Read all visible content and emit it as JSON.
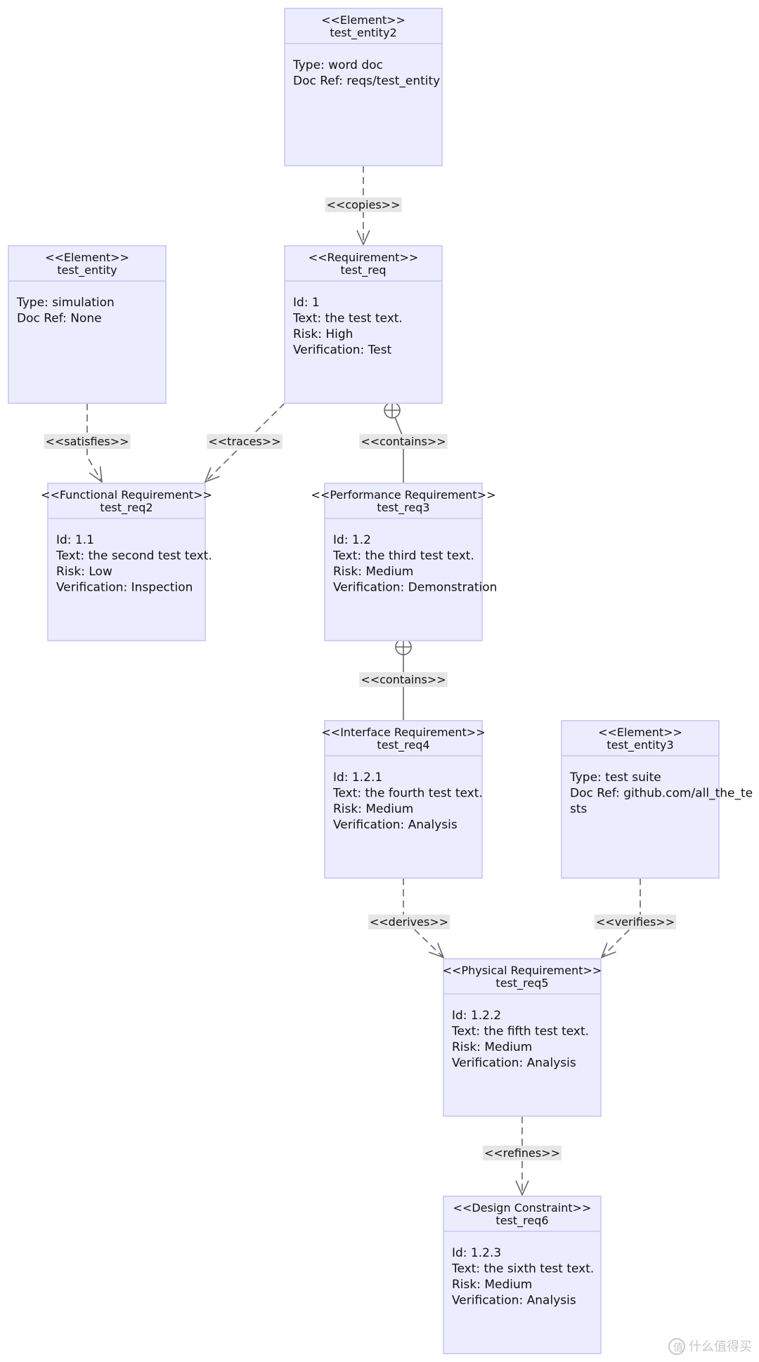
{
  "diagram": {
    "nodes": [
      {
        "id": "test_entity2",
        "stereotype": "<<Element>>",
        "name": "test_entity2",
        "lines": [
          "Type: word doc",
          "Doc Ref: reqs/test_entity"
        ]
      },
      {
        "id": "test_entity",
        "stereotype": "<<Element>>",
        "name": "test_entity",
        "lines": [
          "Type: simulation",
          "Doc Ref: None"
        ]
      },
      {
        "id": "test_req",
        "stereotype": "<<Requirement>>",
        "name": "test_req",
        "lines": [
          "Id: 1",
          "Text: the test text.",
          "Risk: High",
          "Verification: Test"
        ]
      },
      {
        "id": "test_req2",
        "stereotype": "<<Functional Requirement>>",
        "name": "test_req2",
        "lines": [
          "Id: 1.1",
          "Text: the second test text.",
          "Risk: Low",
          "Verification: Inspection"
        ]
      },
      {
        "id": "test_req3",
        "stereotype": "<<Performance Requirement>>",
        "name": "test_req3",
        "lines": [
          "Id: 1.2",
          "Text: the third test text.",
          "Risk: Medium",
          "Verification: Demonstration"
        ]
      },
      {
        "id": "test_req4",
        "stereotype": "<<Interface Requirement>>",
        "name": "test_req4",
        "lines": [
          "Id: 1.2.1",
          "Text: the fourth test text.",
          "Risk: Medium",
          "Verification: Analysis"
        ]
      },
      {
        "id": "test_entity3",
        "stereotype": "<<Element>>",
        "name": "test_entity3",
        "lines": [
          "Type: test suite",
          "Doc Ref: github.com/all_the_te",
          "sts"
        ]
      },
      {
        "id": "test_req5",
        "stereotype": "<<Physical Requirement>>",
        "name": "test_req5",
        "lines": [
          "Id: 1.2.2",
          "Text: the fifth test text.",
          "Risk: Medium",
          "Verification: Analysis"
        ]
      },
      {
        "id": "test_req6",
        "stereotype": "<<Design Constraint>>",
        "name": "test_req6",
        "lines": [
          "Id: 1.2.3",
          "Text: the sixth test text.",
          "Risk: Medium",
          "Verification: Analysis"
        ]
      }
    ],
    "edges": [
      {
        "id": "copies",
        "from": "test_entity2",
        "to": "test_req",
        "label": "<<copies>>",
        "style": "dashed-arrow"
      },
      {
        "id": "satisfies",
        "from": "test_entity",
        "to": "test_req2",
        "label": "<<satisfies>>",
        "style": "dashed-arrow"
      },
      {
        "id": "traces",
        "from": "test_req",
        "to": "test_req2",
        "label": "<<traces>>",
        "style": "dashed-arrow"
      },
      {
        "id": "contains1",
        "from": "test_req",
        "to": "test_req3",
        "label": "<<contains>>",
        "style": "contains"
      },
      {
        "id": "contains2",
        "from": "test_req3",
        "to": "test_req4",
        "label": "<<contains>>",
        "style": "contains"
      },
      {
        "id": "derives",
        "from": "test_req4",
        "to": "test_req5",
        "label": "<<derives>>",
        "style": "dashed-arrow"
      },
      {
        "id": "verifies",
        "from": "test_entity3",
        "to": "test_req5",
        "label": "<<verifies>>",
        "style": "dashed-arrow"
      },
      {
        "id": "refines",
        "from": "test_req5",
        "to": "test_req6",
        "label": "<<refines>>",
        "style": "dashed-arrow"
      }
    ]
  },
  "watermark": {
    "text": "什么值得买"
  },
  "colors": {
    "node_fill": "#ECECFF",
    "node_stroke": "#D0D0F5",
    "edge": "#666666",
    "label_bg": "#E6E6E6"
  }
}
